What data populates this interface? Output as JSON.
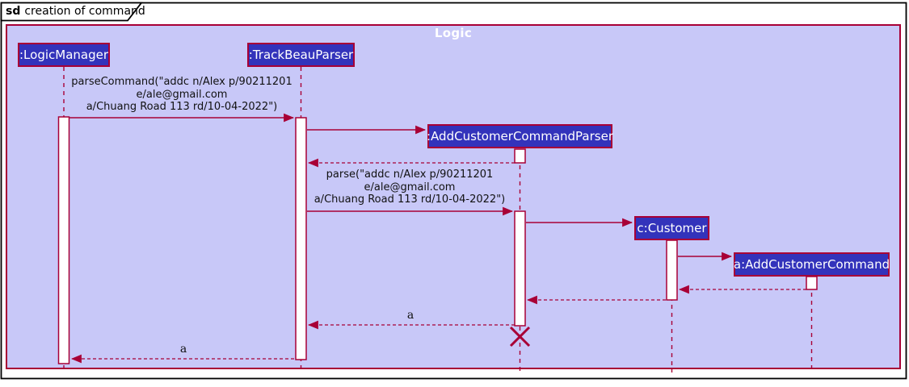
{
  "diagram_type": "uml-sequence-diagram",
  "sd_label": {
    "keyword": "sd",
    "title": "creation of command"
  },
  "frame": {
    "title": "Logic"
  },
  "participants": [
    {
      "label": ":LogicManager"
    },
    {
      "label": ":TrackBeauParser"
    },
    {
      "label": ":AddCustomerCommandParser"
    },
    {
      "label": "c:Customer"
    },
    {
      "label": "a:AddCustomerCommand"
    }
  ],
  "messages": [
    {
      "type": "sync",
      "from": ":LogicManager",
      "to": ":TrackBeauParser",
      "lines": [
        "parseCommand(\"addc n/Alex p/90211201",
        "e/ale@gmail.com",
        "a/Chuang Road 113 rd/10-04-2022\")"
      ]
    },
    {
      "type": "create",
      "from": ":TrackBeauParser",
      "to": ":AddCustomerCommandParser",
      "label": ""
    },
    {
      "type": "return",
      "from": ":AddCustomerCommandParser",
      "to": ":TrackBeauParser",
      "label": ""
    },
    {
      "type": "sync",
      "from": ":TrackBeauParser",
      "to": ":AddCustomerCommandParser",
      "lines": [
        "parse(\"addc n/Alex p/90211201",
        "e/ale@gmail.com",
        "a/Chuang Road 113 rd/10-04-2022\")"
      ]
    },
    {
      "type": "create",
      "from": ":AddCustomerCommandParser",
      "to": "c:Customer",
      "label": ""
    },
    {
      "type": "create",
      "from": "c:Customer",
      "to": "a:AddCustomerCommand",
      "label": ""
    },
    {
      "type": "return",
      "from": "a:AddCustomerCommand",
      "to": "c:Customer",
      "label": ""
    },
    {
      "type": "return",
      "from": "c:Customer",
      "to": ":AddCustomerCommandParser",
      "label": ""
    },
    {
      "type": "return",
      "from": ":AddCustomerCommandParser",
      "to": ":TrackBeauParser",
      "label": "a"
    },
    {
      "type": "return",
      "from": ":TrackBeauParser",
      "to": ":LogicManager",
      "label": "a"
    }
  ],
  "destroyed_participant": ":AddCustomerCommandParser",
  "colors": {
    "frame_background": "#c8c8f8",
    "accent": "#a80036",
    "participant_fill": "#3333bb",
    "participant_text": "#ffffff",
    "frame_title_text": "#ffffff",
    "message_text": "#000000",
    "outer_border": "#000000"
  }
}
